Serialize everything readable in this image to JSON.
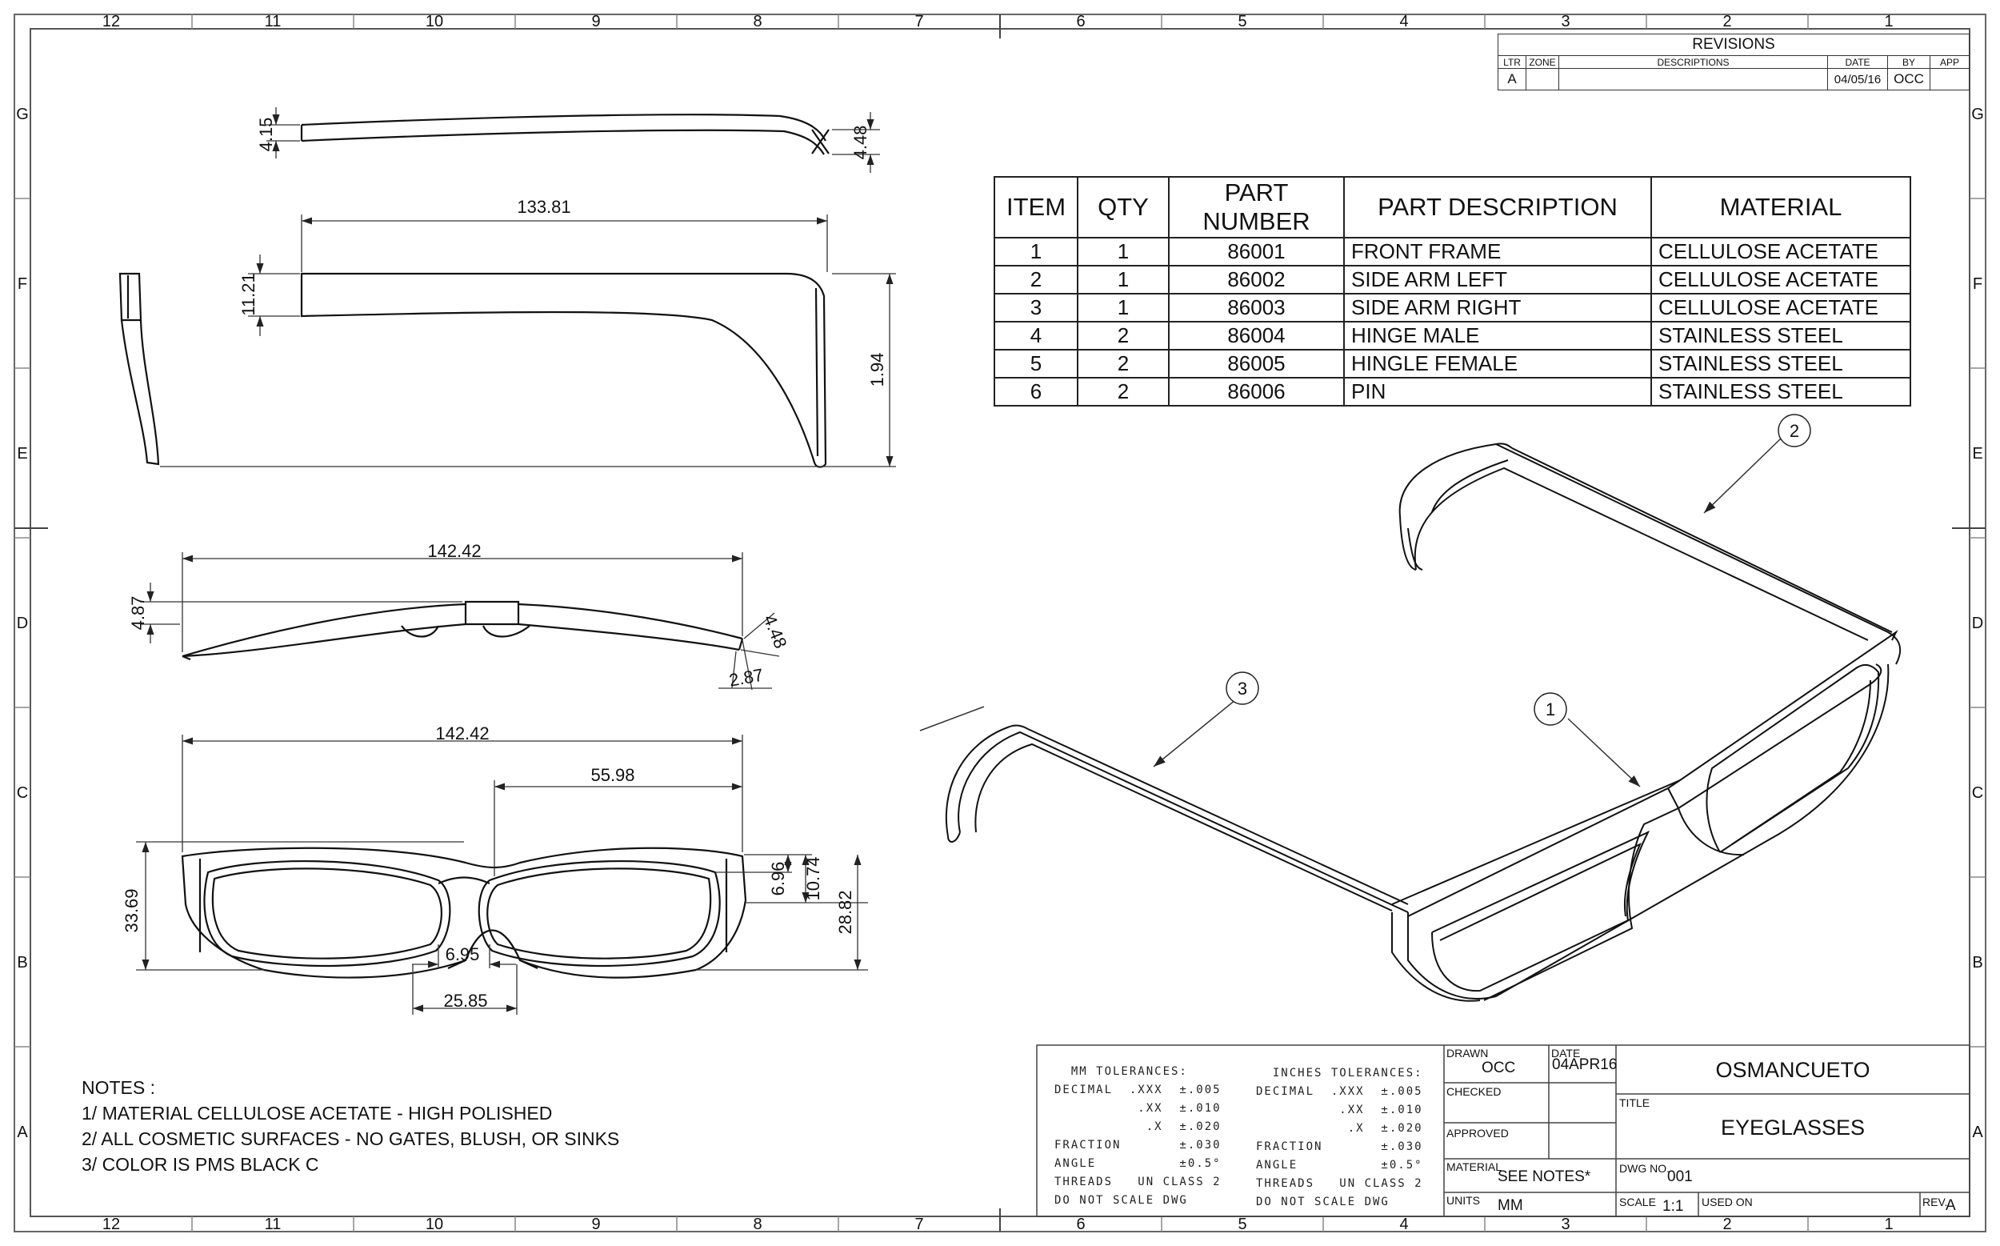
{
  "grid": {
    "columns": [
      "12",
      "11",
      "10",
      "9",
      "8",
      "7",
      "6",
      "5",
      "4",
      "3",
      "2",
      "1"
    ],
    "rows": [
      "G",
      "F",
      "E",
      "D",
      "C",
      "B",
      "A"
    ]
  },
  "dimensions": {
    "temple_top_thickness": "4.15",
    "temple_tip_thickness": "4.48",
    "temple_length": "133.81",
    "temple_width": "11.21",
    "temple_height": "1.94",
    "front_top_width": "142.42",
    "front_top_height": "4.87",
    "front_top_edge": "4.48",
    "front_top_tip": "2.87",
    "front_width": "142.42",
    "lens_center": "55.98",
    "front_height": "33.69",
    "lens_offset_a": "6.96",
    "lens_offset_b": "10.74",
    "lens_height": "28.82",
    "bridge_width": "6.95",
    "bridge_span": "25.85"
  },
  "balloons": [
    "1",
    "2",
    "3"
  ],
  "revisions": {
    "title": "REVISIONS",
    "headers": [
      "LTR",
      "ZONE",
      "DESCRIPTIONS",
      "DATE",
      "BY",
      "APP"
    ],
    "rows": [
      {
        "ltr": "A",
        "zone": "",
        "desc": "",
        "date": "04/05/16",
        "by": "OCC",
        "app": ""
      }
    ]
  },
  "bom": {
    "headers": [
      "ITEM",
      "QTY",
      "PART NUMBER",
      "PART DESCRIPTION",
      "MATERIAL"
    ],
    "rows": [
      {
        "item": "1",
        "qty": "1",
        "part": "86001",
        "desc": "FRONT FRAME",
        "material": "CELLULOSE ACETATE"
      },
      {
        "item": "2",
        "qty": "1",
        "part": "86002",
        "desc": "SIDE ARM LEFT",
        "material": "CELLULOSE ACETATE"
      },
      {
        "item": "3",
        "qty": "1",
        "part": "86003",
        "desc": "SIDE ARM RIGHT",
        "material": "CELLULOSE ACETATE"
      },
      {
        "item": "4",
        "qty": "2",
        "part": "86004",
        "desc": "HINGE MALE",
        "material": "STAINLESS STEEL"
      },
      {
        "item": "5",
        "qty": "2",
        "part": "86005",
        "desc": "HINGLE FEMALE",
        "material": "STAINLESS STEEL"
      },
      {
        "item": "6",
        "qty": "2",
        "part": "86006",
        "desc": "PIN",
        "material": "STAINLESS STEEL"
      }
    ]
  },
  "notes": [
    "NOTES :",
    "1/ MATERIAL CELLULOSE ACETATE - HIGH POLISHED",
    "2/ ALL COSMETIC SURFACES - NO GATES, BLUSH, OR SINKS",
    "3/ COLOR IS PMS BLACK C"
  ],
  "tolerances": {
    "mm": "  MM TOLERANCES:\nDECIMAL  .XXX  ±.005\n          .XX  ±.010\n           .X  ±.020\nFRACTION       ±.030\nANGLE          ±0.5°\nTHREADS   UN CLASS 2\nDO NOT SCALE DWG",
    "inches": "  INCHES TOLERANCES:\nDECIMAL  .XXX  ±.005\n          .XX  ±.010\n           .X  ±.020\nFRACTION       ±.030\nANGLE          ±0.5°\nTHREADS   UN CLASS 2\nDO NOT SCALE DWG"
  },
  "title_block": {
    "drawn_label": "DRAWN",
    "drawn": "OCC",
    "date_label": "DATE",
    "date": "04APR16",
    "checked_label": "CHECKED",
    "approved_label": "APPROVED",
    "material_label": "MATERIAL",
    "material": "SEE NOTES*",
    "units_label": "UNITS",
    "units": "MM",
    "company": "OSMANCUETO",
    "title_label": "TITLE",
    "title": "EYEGLASSES",
    "dwg_label": "DWG NO.",
    "dwg_no": "001",
    "scale_label": "SCALE",
    "scale": "1:1",
    "used_on_label": "USED ON",
    "rev_label": "REV.",
    "rev": "A"
  }
}
